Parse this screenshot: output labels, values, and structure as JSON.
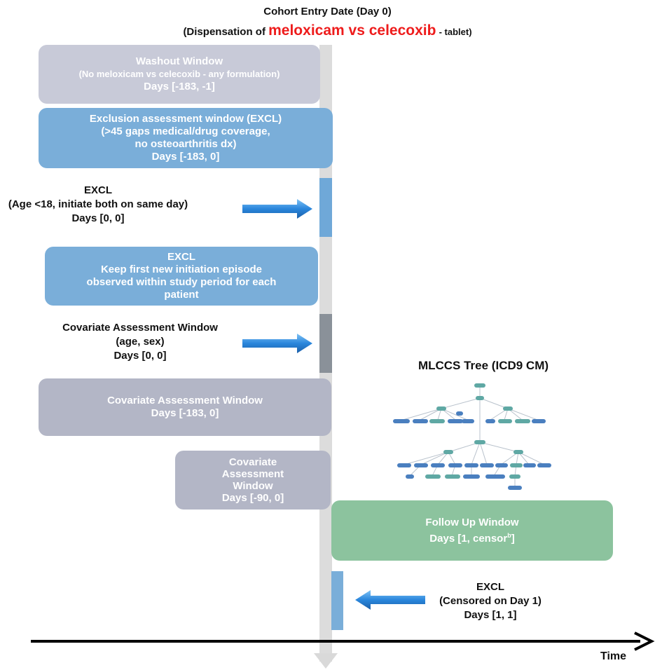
{
  "header": {
    "line1": "Cohort Entry Date (Day 0)",
    "line2_prefix": "(Dispensation of",
    "line2_drug": "meloxicam  vs celecoxib",
    "line2_suffix": "- tablet)"
  },
  "washout": {
    "title": "Washout Window",
    "detail": "(No meloxicam vs celecoxib - any formulation)",
    "days": "Days  [-183,  -1]"
  },
  "exclusion_window": {
    "lines": [
      "Exclusion assessment window (EXCL)",
      "(>45 gaps medical/drug coverage,",
      "no osteoarthritis dx)",
      "Days  [-183,  0]"
    ]
  },
  "excl_age": {
    "lines": [
      "EXCL",
      "(Age <18, initiate both on same day)",
      "Days  [0,  0]"
    ]
  },
  "excl_first": {
    "lines": [
      "EXCL",
      "Keep first new initiation  episode",
      "observed within study period for each",
      "patient"
    ]
  },
  "covariate_age": {
    "lines": [
      "Covariate Assessment  Window",
      "(age, sex)",
      "Days  [0,  0]"
    ]
  },
  "covariate_183": {
    "lines": [
      "Covariate  Assessment  Window",
      "Days  [-183,  0]"
    ]
  },
  "covariate_90": {
    "lines": [
      "Covariate",
      "Assessment",
      "Window",
      "Days  [-90,  0]"
    ]
  },
  "mlccs": {
    "title": "MLCCS Tree (ICD9 CM)"
  },
  "followup": {
    "title": "Follow Up Window",
    "days_prefix": "Days  [1,  censor",
    "days_sup": "b",
    "days_suffix": "]"
  },
  "excl_censored": {
    "lines": [
      "EXCL",
      "(Censored on Day 1)",
      "Days  [1,  1]"
    ]
  },
  "axis": {
    "label": "Time"
  },
  "colors": {
    "drug_red": "#ee1c1c",
    "grey_box": "#c7c9d6",
    "blue_box": "#7aaed9",
    "green_box": "#8cc39e",
    "arrow_blue": "#2f86d6",
    "tree_teal": "#5fa8a4",
    "tree_blue": "#4a7fbf"
  }
}
